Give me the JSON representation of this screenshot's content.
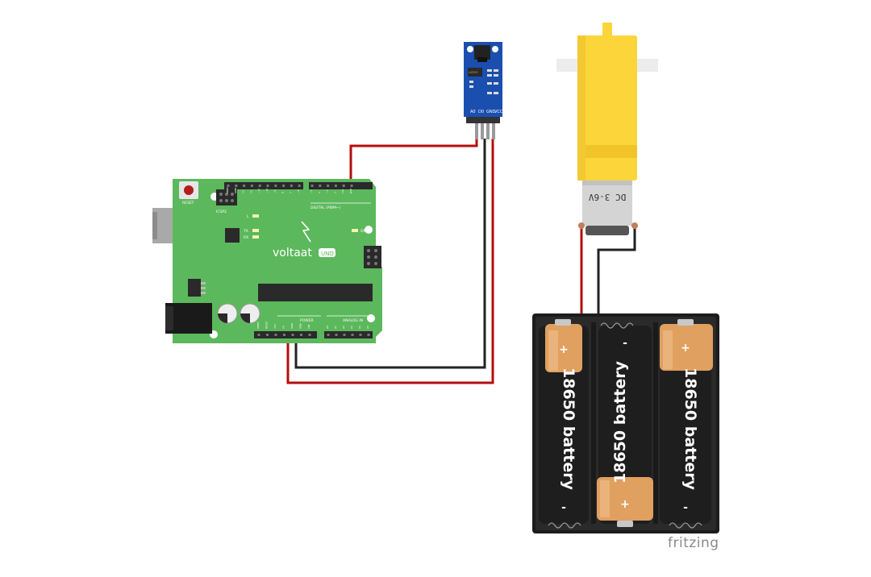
{
  "board": {
    "reset_label": "RESET",
    "icsp_label": "ICSP2",
    "l_label": "L",
    "tx_label": "TX",
    "rx_label": "RX",
    "on_label": "ON",
    "digital_label": "DIGITAL (PWM~)",
    "power_label": "POWER",
    "analog_label": "ANALOG IN",
    "brand": "voltaat",
    "model_badge": "UNO",
    "top_header_pins": [
      "AREF",
      "GND",
      "13",
      "12",
      "~11",
      "~10",
      "~9",
      "8",
      "7",
      "~6",
      "~5",
      "4",
      "~3",
      "2",
      "TX1",
      "RX0"
    ],
    "power_header_pins": [
      "IOREF",
      "RESET",
      "3V3",
      "5V",
      "GND",
      "GND",
      "VIN"
    ],
    "analog_header_pins": [
      "A0",
      "A1",
      "A2",
      "A3",
      "A4",
      "A5"
    ]
  },
  "sensor": {
    "chip_label": "LM393",
    "pin_labels": [
      "A0",
      "D0",
      "GND",
      "VCC"
    ]
  },
  "motor": {
    "label": "DC 3-6V"
  },
  "battery_holder": {
    "cells": [
      {
        "label": "18650 battery",
        "plus": "+",
        "minus": "-"
      },
      {
        "label": "18650 battery",
        "plus": "+",
        "minus": "-"
      },
      {
        "label": "18650 battery",
        "plus": "+",
        "minus": "-"
      }
    ]
  },
  "watermark": "fritzing",
  "colors": {
    "pcb_green": "#5cb85c",
    "sensor_blue": "#1a4fb0",
    "motor_yellow": "#fbd53a",
    "wire_red": "#b50d0d",
    "wire_black": "#222222",
    "battery_copper": "#e0a060"
  }
}
